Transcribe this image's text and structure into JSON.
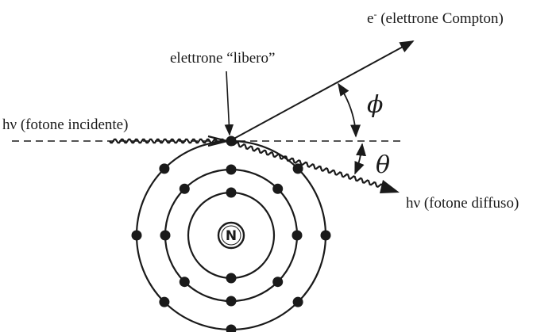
{
  "labels": {
    "electron_out_main": "e",
    "electron_out_sup": "-",
    "electron_out_rest": " (elettrone Compton)",
    "free_electron": "elettrone “libero”",
    "incident_photon": "hν (fotone incidente)",
    "scattered_photon": "hν (fotone diffuso)",
    "phi": "ϕ",
    "theta": "θ",
    "nucleus": "N"
  },
  "atom": {
    "shells": [
      {
        "electron_count": 2
      },
      {
        "electron_count": 8
      },
      {
        "electron_count": 8
      }
    ]
  },
  "icons": {
    "nucleus": "nucleus-icon",
    "electron": "electron-dot-icon"
  }
}
